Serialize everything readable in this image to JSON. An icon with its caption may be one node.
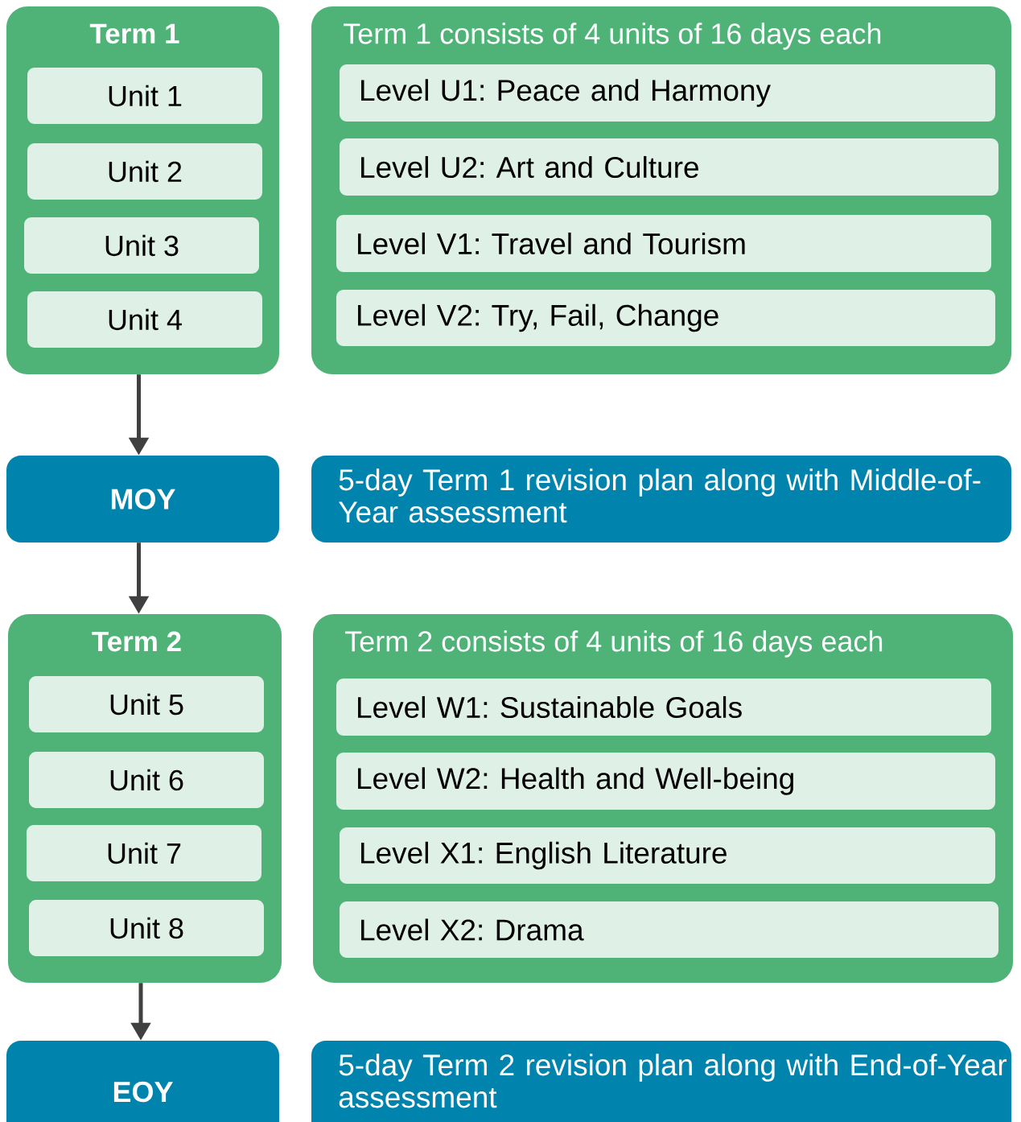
{
  "diagram": {
    "nodes": [
      {
        "text": [
          "Term 1"
        ]
      },
      {
        "text": [
          "Unit 1"
        ],
        "in": 0
      },
      {
        "text": [
          "Unit 2"
        ],
        "in": 0
      },
      {
        "text": [
          "Unit 3"
        ],
        "in": 0
      },
      {
        "text": [
          "Unit 4"
        ],
        "in": 0
      },
      {
        "text": [
          "Term 1 consists of 4 units of 16 days each"
        ]
      },
      {
        "text": [
          "Level U1: Peace and Harmony"
        ],
        "in": 5
      },
      {
        "text": [
          "Level U2: Art and Culture"
        ],
        "in": 5
      },
      {
        "text": [
          "Level V1: Travel and Tourism"
        ],
        "in": 5
      },
      {
        "text": [
          "Level V2: Try, Fail, Change"
        ],
        "in": 5
      },
      {
        "text": [
          "MOY"
        ]
      },
      {
        "text": [
          "5-day Term 1 revision plan along with Middle-of-Year assessment"
        ]
      },
      {
        "text": [
          "Term 2"
        ]
      },
      {
        "text": [
          "Unit 5"
        ],
        "in": 12
      },
      {
        "text": [
          "Unit 6"
        ],
        "in": 12
      },
      {
        "text": [
          "Unit 7"
        ],
        "in": 12
      },
      {
        "text": [
          "Unit 8"
        ],
        "in": 12
      },
      {
        "text": [
          "Term 2 consists of 4 units of 16 days each"
        ]
      },
      {
        "text": [
          "Level W1: Sustainable Goals"
        ],
        "in": 17
      },
      {
        "text": [
          "Level W2: Health and Well-being"
        ],
        "in": 17
      },
      {
        "text": [
          "Level X1: English Literature"
        ],
        "in": 17
      },
      {
        "text": [
          "Level X2: Drama"
        ],
        "in": 17
      },
      {
        "text": [
          "EOY"
        ]
      },
      {
        "text": [
          "5-day Term 2 revision plan along with End-of-Year assessment"
        ]
      }
    ],
    "edges": [
      {
        "from": 0,
        "to": 10,
        "arrow": "to"
      },
      {
        "from": 10,
        "to": 12,
        "arrow": "to"
      },
      {
        "from": 12,
        "to": 22,
        "arrow": "to"
      }
    ]
  }
}
